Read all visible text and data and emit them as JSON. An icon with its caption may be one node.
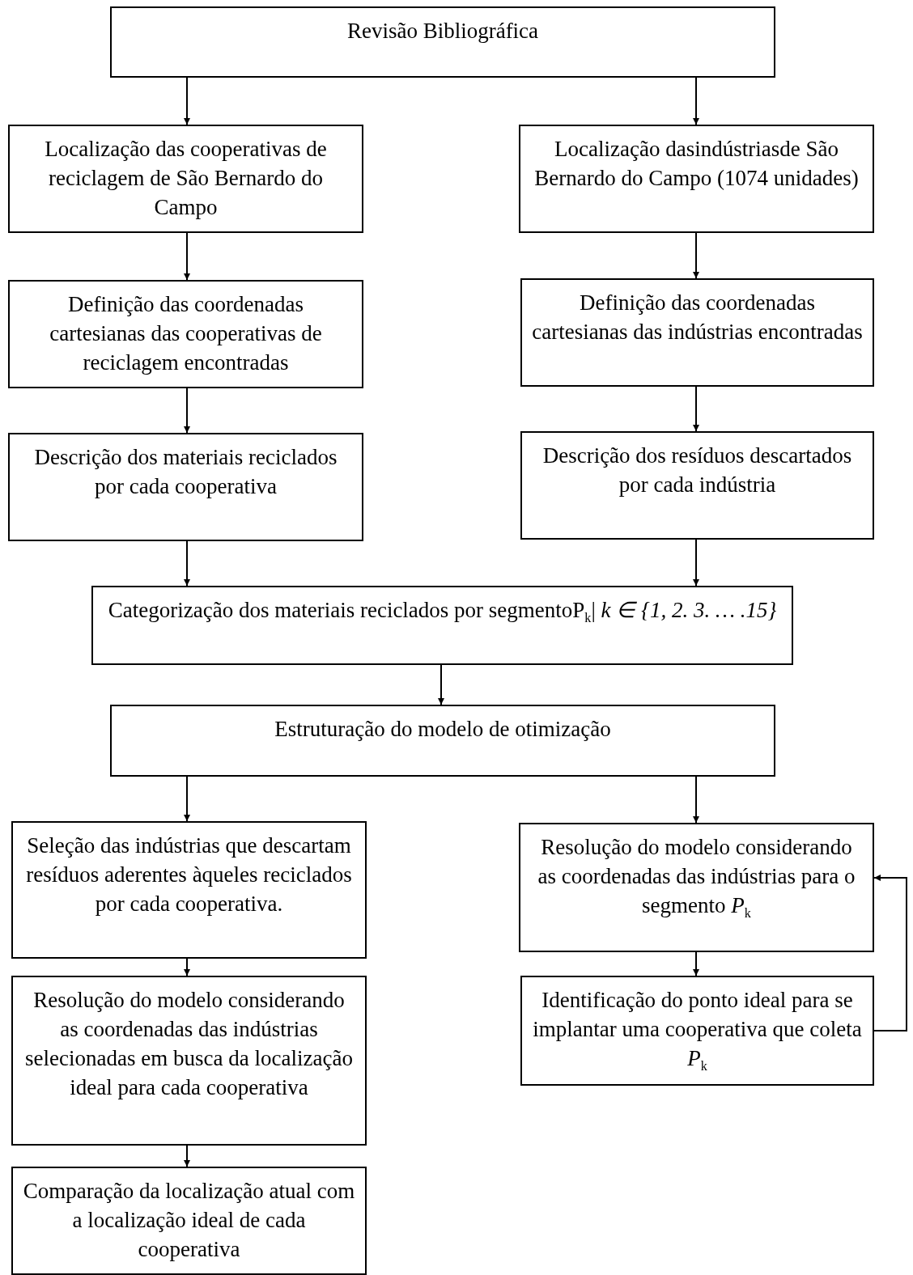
{
  "diagram": {
    "nodes": [
      {
        "text": [
          "Revisão Bibliográfica"
        ]
      },
      {
        "text": [
          "Localização das cooperativas de reciclagem de São Bernardo do Campo"
        ]
      },
      {
        "text": [
          "Localização dasindústriasde São Bernardo do Campo (1074 unidades)"
        ]
      },
      {
        "text": [
          "Definição das coordenadas cartesianas das cooperativas de reciclagem encontradas"
        ]
      },
      {
        "text": [
          "Definição das coordenadas cartesianas das indústrias encontradas"
        ]
      },
      {
        "text": [
          "Descrição dos materiais reciclados por cada cooperativa"
        ]
      },
      {
        "text": [
          "Descrição dos resíduos descartados por cada indústria"
        ]
      },
      {
        "text": [
          "Categorização dos materiais reciclados por segmentoP$_{k}$| *k ∈ {1, 2. 3. … .15}*"
        ]
      },
      {
        "text": [
          "Estruturação do modelo de otimização"
        ]
      },
      {
        "text": [
          "Seleção das indústrias que descartam resíduos aderentes àqueles reciclados por cada cooperativa."
        ]
      },
      {
        "text": [
          "Resolução do modelo considerando as coordenadas das indústrias selecionadas em busca da localização ideal para cada cooperativa"
        ]
      },
      {
        "text": [
          "Comparação da localização atual com a localização ideal de cada cooperativa"
        ]
      },
      {
        "text": [
          "Resolução do modelo considerando as coordenadas das indústrias para o segmento *P*$_{k}$"
        ]
      },
      {
        "text": [
          "Identificação do ponto ideal para se implantar uma cooperativa que coleta *P*$_{k}$"
        ]
      }
    ],
    "edges": [
      {
        "from": 0,
        "to": 1,
        "arrow": "to"
      },
      {
        "from": 0,
        "to": 2,
        "arrow": "to"
      },
      {
        "from": 1,
        "to": 3,
        "arrow": "to"
      },
      {
        "from": 2,
        "to": 4,
        "arrow": "to"
      },
      {
        "from": 3,
        "to": 5,
        "arrow": "to"
      },
      {
        "from": 4,
        "to": 6,
        "arrow": "to"
      },
      {
        "from": 5,
        "to": 7,
        "arrow": "to"
      },
      {
        "from": 6,
        "to": 7,
        "arrow": "to"
      },
      {
        "from": 7,
        "to": 8,
        "arrow": "to"
      },
      {
        "from": 8,
        "to": 9,
        "arrow": "to"
      },
      {
        "from": 8,
        "to": 12,
        "arrow": "to"
      },
      {
        "from": 9,
        "to": 10,
        "arrow": "to"
      },
      {
        "from": 10,
        "to": 11,
        "arrow": "to"
      },
      {
        "from": 12,
        "to": 13,
        "arrow": "to"
      },
      {
        "from": 13,
        "to": 12,
        "arrow": "to"
      }
    ]
  }
}
